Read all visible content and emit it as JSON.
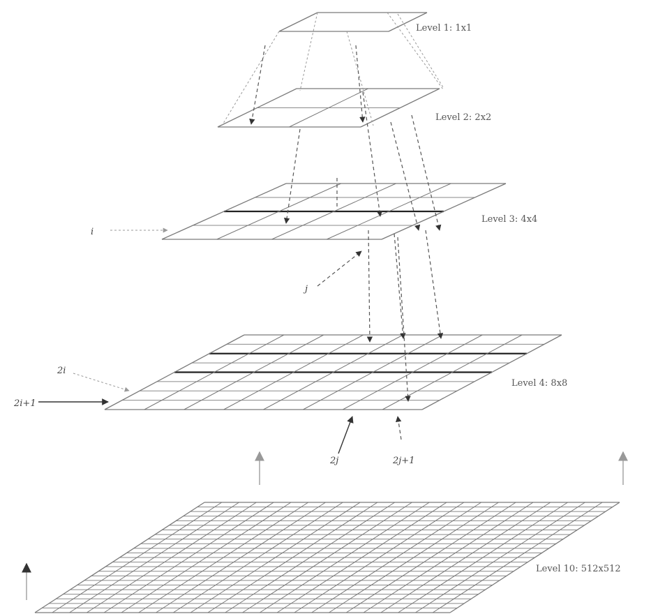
{
  "levels": [
    {
      "label": "Level 1: 1x1"
    },
    {
      "label": "Level 2: 2x2"
    },
    {
      "label": "Level 3: 4x4"
    },
    {
      "label": "Level 4: 8x8"
    },
    {
      "label": "Level 10: 512x512"
    }
  ],
  "index_labels": {
    "i": "i",
    "j": "j",
    "two_i": "2i",
    "two_i_plus_1": "2i+1",
    "two_j": "2j",
    "two_j_plus_1": "2j+1"
  },
  "colors": {
    "grid": "#777777",
    "bold_row": "#222222",
    "text": "#555555"
  }
}
